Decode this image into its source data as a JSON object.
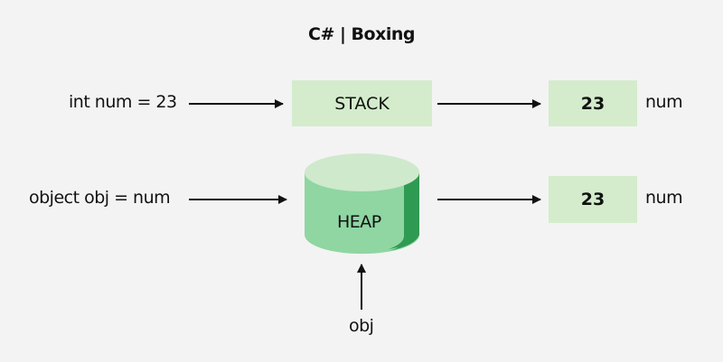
{
  "title": "C# | Boxing",
  "rows": [
    {
      "source_label": "int num = 23",
      "container_label": "STACK",
      "value": "23",
      "value_label": "num"
    },
    {
      "source_label": "object obj = num",
      "container_label": "HEAP",
      "value": "23",
      "value_label": "num"
    }
  ],
  "reference_label": "obj",
  "colors": {
    "background": "#f3f3f3",
    "box_fill": "#d4eccc",
    "heap_top": "#cfe9cc",
    "heap_body": "#8fd6a2",
    "heap_shadow": "#2f9a52"
  }
}
